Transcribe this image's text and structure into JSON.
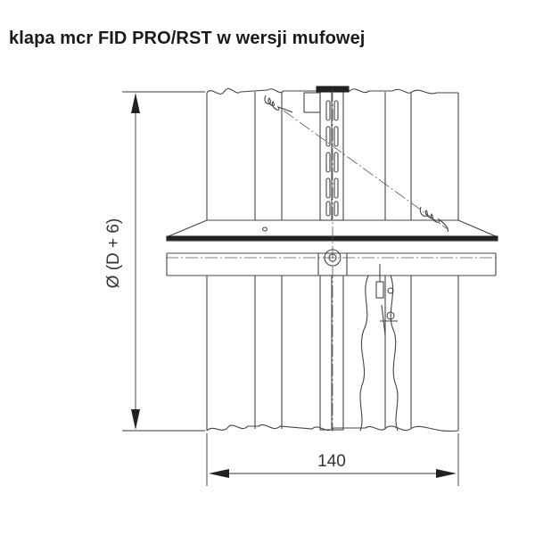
{
  "title": "klapa mcr FID PRO/RST w wersji mufowej",
  "dimensions": {
    "diameter_label": "Ø (D + 6)",
    "width_label": "140"
  },
  "colors": {
    "line": "#444444",
    "fill_dark": "#222222"
  }
}
